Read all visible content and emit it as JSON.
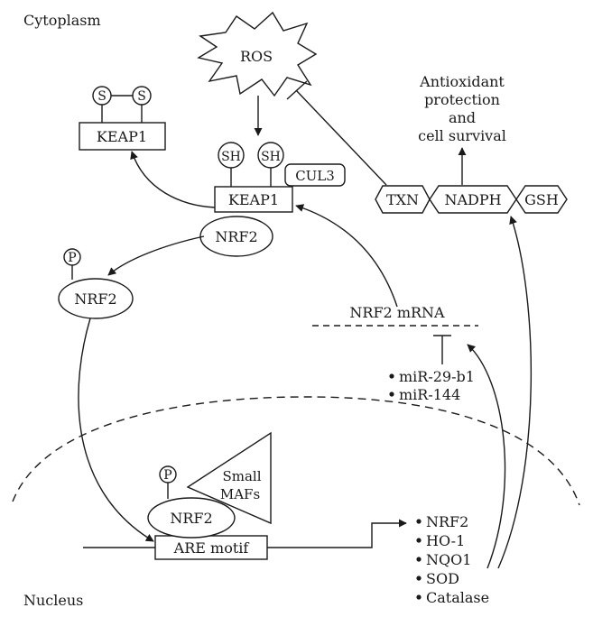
{
  "labels": {
    "cytoplasm": "Cytoplasm",
    "nucleus": "Nucleus",
    "ros": "ROS",
    "s": "S",
    "sh": "SH",
    "p": "P",
    "keap1": "KEAP1",
    "cul3": "CUL3",
    "nrf2": "NRF2",
    "antioxidant": [
      "Antioxidant",
      "protection",
      "and",
      "cell survival"
    ],
    "txn": "TXN",
    "nadph": "NADPH",
    "gsh": "GSH",
    "nrf2_mrna": "NRF2 mRNA",
    "mirnas": [
      "miR-29-b1",
      "miR-144"
    ],
    "small_mafs": [
      "Small",
      "MAFs"
    ],
    "are_motif": "ARE motif",
    "target_genes": [
      "NRF2",
      "HO-1",
      "NQO1",
      "SOD",
      "Catalase"
    ]
  }
}
